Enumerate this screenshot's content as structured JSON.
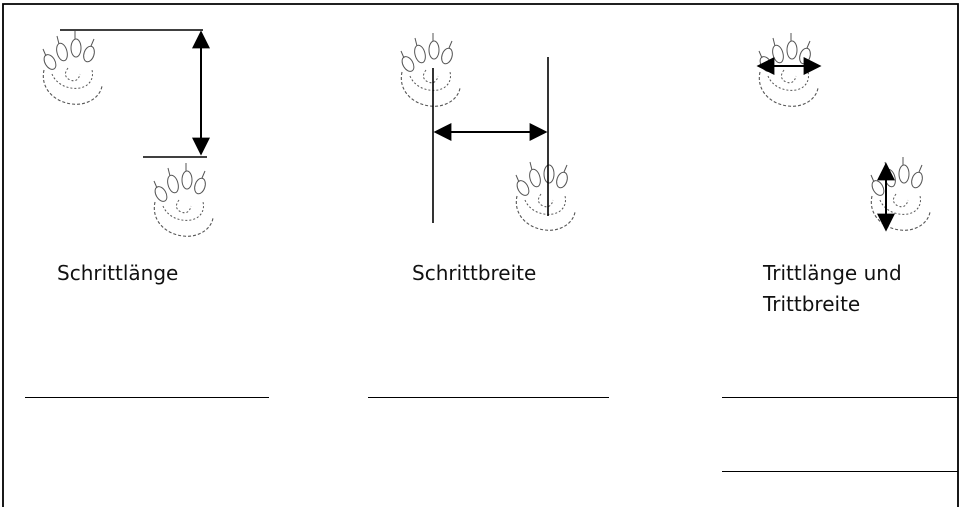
{
  "panels": [
    {
      "id": "schrittlaenge",
      "label_line1": "Schrittlänge",
      "label_line2": ""
    },
    {
      "id": "schrittbreite",
      "label_line1": "Schrittbreite",
      "label_line2": ""
    },
    {
      "id": "tritt",
      "label_line1": "Trittlänge und",
      "label_line2": "Trittbreite"
    }
  ],
  "answer_lines": {
    "panel1": 1,
    "panel2": 1,
    "panel3": 2
  },
  "colors": {
    "ink": "#000000",
    "paw_ink": "#555555",
    "background": "#ffffff"
  },
  "icons": [
    "paw-print-icon",
    "double-arrow-icon"
  ]
}
